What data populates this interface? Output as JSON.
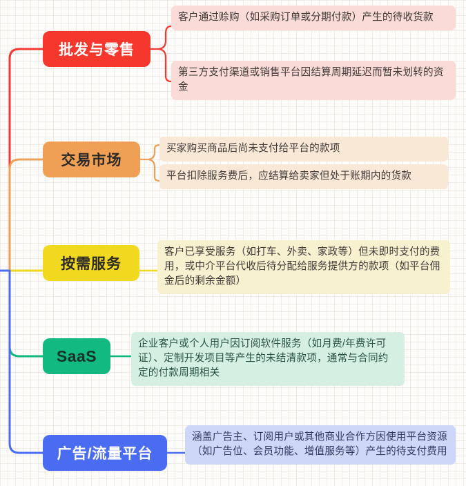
{
  "diagram": {
    "type": "mindmap",
    "orientation": "left-to-right",
    "root_connector_color": "#4a6cf0",
    "topics": [
      {
        "id": "topic-0",
        "label": "批发与零售",
        "color": "#f5372e",
        "text_color": "#ffffff",
        "leaf_bg": "#fadbd8",
        "leaves": [
          "客户通过赊购（如采购订单或分期付款）产生的待收货款",
          "第三方支付渠道或销售平台因结算周期延迟而暂未划转的资金"
        ]
      },
      {
        "id": "topic-1",
        "label": "交易市场",
        "color": "#f0a055",
        "text_color": "#2c2a28",
        "leaf_bg": "#fae8d6",
        "leaves": [
          "买家购买商品后尚未支付给平台的款项",
          "平台扣除服务费后，应结算给卖家但处于账期内的货款"
        ]
      },
      {
        "id": "topic-2",
        "label": "按需服务",
        "color": "#f0d91e",
        "text_color": "#2c2a28",
        "leaf_bg": "#f7f1cf",
        "leaves": [
          "客户已享受服务（如打车、外卖、家政等）但未即时支付的费用，或中介平台代收后待分配给服务提供方的款项（如平台佣金后的剩余金额）"
        ]
      },
      {
        "id": "topic-3",
        "label": "SaaS",
        "color": "#12b981",
        "text_color": "#16322a",
        "leaf_bg": "#d5f0e2",
        "leaves": [
          "企业客户或个人用户因订阅软件服务（如月费/年费许可证）、定制开发项目等产生的未结清款项，通常与合同约定的付款周期相关"
        ]
      },
      {
        "id": "topic-4",
        "label": "广告/流量平台",
        "color": "#4a6cf0",
        "text_color": "#ffffff",
        "leaf_bg": "#ced7f7",
        "leaves": [
          "涵盖广告主、订阅用户或其他商业合作方因使用平台资源（如广告位、会员功能、增值服务等）产生的待支付费用"
        ]
      }
    ]
  }
}
